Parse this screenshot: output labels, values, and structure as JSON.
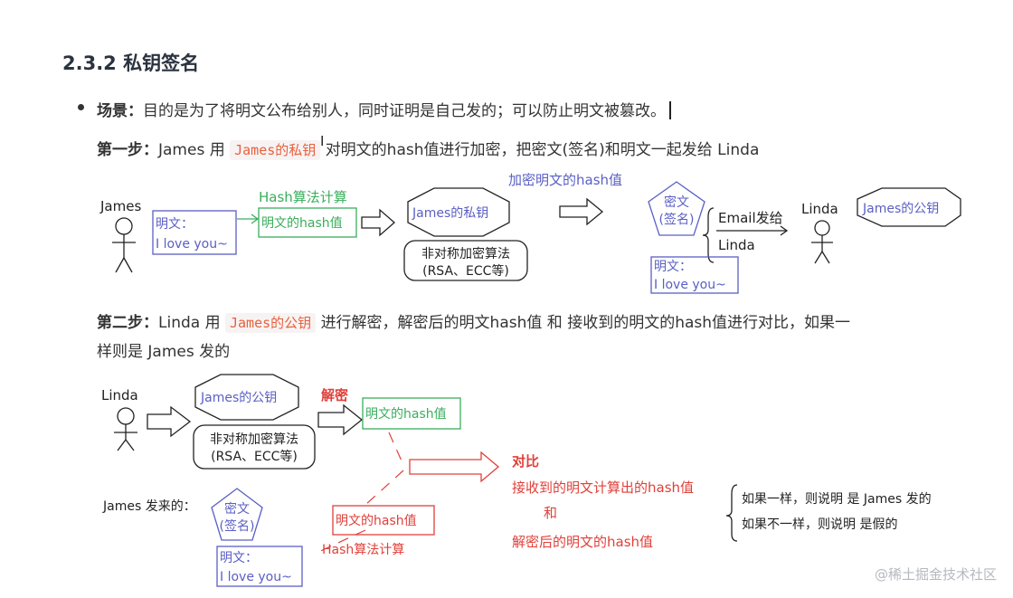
{
  "heading": {
    "number": "2.3.2",
    "title": "私钥签名"
  },
  "scene": {
    "label": "场景：",
    "text": "目的是为了将明文公布给别人，同时证明是自己发的；可以防止明文被篡改。"
  },
  "step1": {
    "label": "第一步：",
    "pre": "James 用",
    "code": "James的私钥",
    "post": "对明文的hash值进行加密，把密文(签名)和明文一起发给 Linda"
  },
  "step2": {
    "label": "第二步：",
    "pre": "Linda 用",
    "code": "James的公钥",
    "post": "进行解密，解密后的明文hash值 和 接收到的明文的hash值进行对比，如果一",
    "cont": "样则是 James 发的"
  },
  "diagram1": {
    "james": "James",
    "plain_l1": "明文：",
    "plain_l2": "I love you~",
    "hash_calc": "Hash算法计算",
    "hash_box": "明文的hash值",
    "priv_key": "James的私钥",
    "algo_l1": "非对称加密算法",
    "algo_l2": "(RSA、ECC等)",
    "encrypt_label": "加密明文的hash值",
    "cipher_l1": "密文",
    "cipher_l2": "(签名)",
    "email": "Email发给",
    "email_to": "Linda",
    "plain2_l1": "明文：",
    "plain2_l2": "I love you~",
    "linda": "Linda",
    "pub_key": "James的公钥"
  },
  "diagram2": {
    "linda": "Linda",
    "pub_key": "James的公钥",
    "algo_l1": "非对称加密算法",
    "algo_l2": "(RSA、ECC等)",
    "decrypt": "解密",
    "hash_box": "明文的hash值",
    "compare": "对比",
    "cmp_l1": "接收到的明文计算出的hash值",
    "cmp_and": "和",
    "cmp_l2": "解密后的明文的hash值",
    "res_l1": "如果一样，则说明 是 James 发的",
    "res_l2": "如果不一样，则说明 是假的",
    "from_james": "James 发来的：",
    "cipher_l1": "密文",
    "cipher_l2": "(签名)",
    "hash_box2": "明文的hash值",
    "hash_calc": "Hash算法计算",
    "plain_l1": "明文：",
    "plain_l2": "I love you~"
  },
  "watermark": "@稀土掘金技术社区",
  "colors": {
    "blue": "#5a5fc4",
    "green": "#3aae5c",
    "red": "#e0403a",
    "code": "#e8603c"
  }
}
